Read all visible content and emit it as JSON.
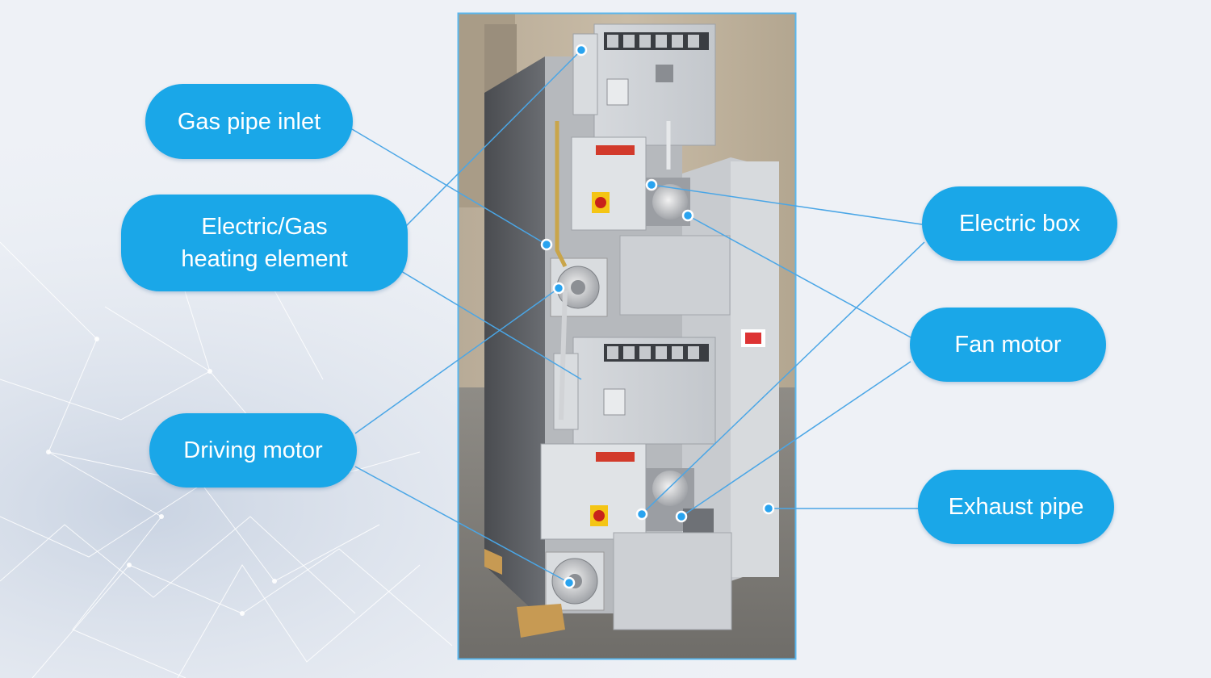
{
  "colors": {
    "accent": "#1aa7e8",
    "connector": "#4aa6e6",
    "photo_frame": "#5ab7ee",
    "background": "#eef1f6"
  },
  "labels": {
    "gas_pipe_inlet": "Gas pipe inlet",
    "electric_gas_heating_line1": "Electric/Gas",
    "electric_gas_heating_line2": "heating element",
    "driving_motor": "Driving motor",
    "electric_box": "Electric box",
    "fan_motor": "Fan motor",
    "exhaust_pipe": "Exhaust pipe"
  },
  "photo": {
    "subject": "industrial gas/electric heater unit",
    "icons": [
      "stone-wall",
      "heater-cabinet",
      "electric-box-unit",
      "motor",
      "wooden-pallet"
    ]
  }
}
